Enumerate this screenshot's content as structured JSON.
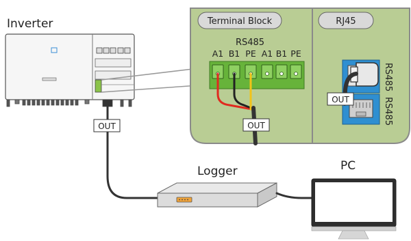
{
  "labels": {
    "inverter": "Inverter",
    "logger": "Logger",
    "pc": "PC",
    "terminal_block": "Terminal Block",
    "rj45": "RJ45",
    "rs485_group": "RS485",
    "out_inverter": "OUT",
    "out_terminal": "OUT",
    "out_rj45": "OUT",
    "rs485_port_top": "RS485",
    "rs485_port_bottom": "RS485"
  },
  "pins": [
    "A1",
    "B1",
    "PE",
    "A1",
    "B1",
    "PE"
  ],
  "colors": {
    "panel_fill": "#b9cd94",
    "panel_stroke": "#8a8a8a",
    "terminal_green": "#67b33a",
    "rj45_blue": "#2f8fd1",
    "wire_red": "#e02a1f",
    "wire_black": "#222222",
    "wire_yellow": "#f2c318",
    "cable_dark": "#333333"
  }
}
